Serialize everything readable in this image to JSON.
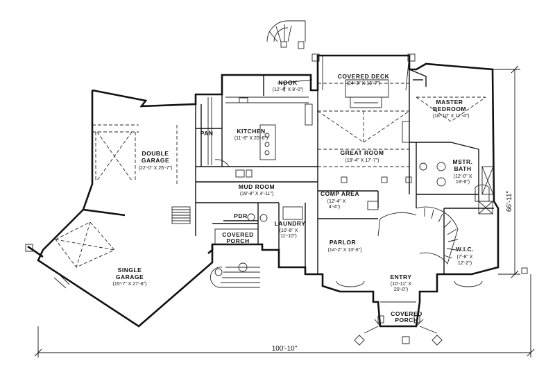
{
  "rooms": {
    "nook": {
      "name": "NOOK",
      "dim": "(12'-4\" X 8'-0\")"
    },
    "covered_deck": {
      "name": "COVERED DECK",
      "dim": "(24'-3\" X 13'-7\")"
    },
    "master_bedroom": {
      "name": "MASTER BEDROOM",
      "dim": "(16'-10\" X 17'-4\")"
    },
    "pan": {
      "name": "PAN"
    },
    "kitchen": {
      "name": "KITCHEN",
      "dim": "(11'-8\" X 20'-6\")"
    },
    "double_garage": {
      "name": "DOUBLE GARAGE",
      "dim": "(22'-0\" X 25'-7\")"
    },
    "great_room": {
      "name": "GREAT ROOM",
      "dim": "(19'-4\" X 17'-7\")"
    },
    "mstr_bath": {
      "name": "MSTR. BATH",
      "dim": "(12'-0\" X 19'-6\")"
    },
    "mud_room": {
      "name": "MUD ROOM",
      "dim": "(19'-8\" X 4'-11\")"
    },
    "comp_area": {
      "name": "COMP AREA",
      "dim": "(12'-4\" X 4'-4\")"
    },
    "pdr": {
      "name": "PDR"
    },
    "laundry": {
      "name": "LAUNDRY",
      "dim": "(10'-8\" X 11'-10\")"
    },
    "covered_porch_side": {
      "name": "COVERED PORCH"
    },
    "parlor": {
      "name": "PARLOR",
      "dim": "(14'-2\" X 13'-6\")"
    },
    "wic": {
      "name": "W.I.C.",
      "dim": "(7'-8\" X 12'-2\")"
    },
    "single_garage": {
      "name": "SINGLE GARAGE",
      "dim": "(15'-7\" X 27'-8\")"
    },
    "entry": {
      "name": "ENTRY",
      "dim": "(10'-11\" X 20'-0\")"
    },
    "covered_porch_front": {
      "name": "COVERED PORCH"
    }
  },
  "dimensions": {
    "overall_width": "100'-10\"",
    "overall_depth": "66'-11\""
  }
}
